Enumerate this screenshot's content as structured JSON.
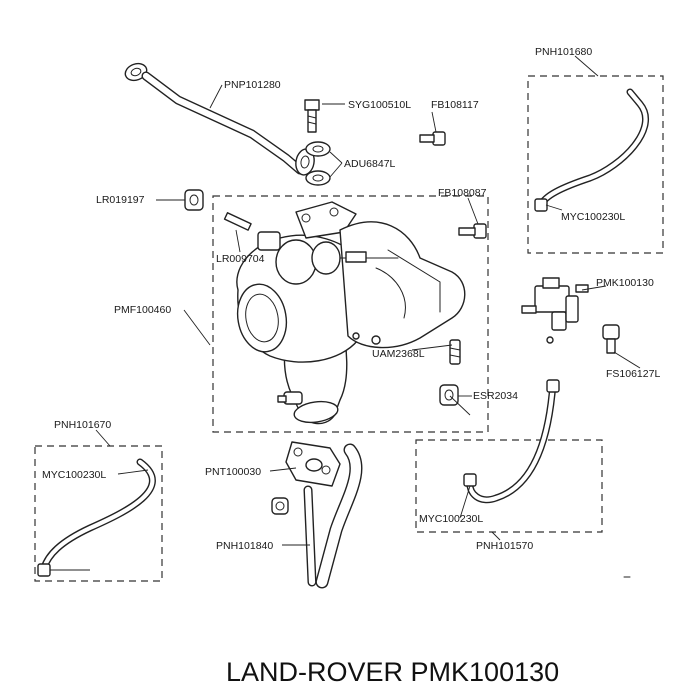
{
  "parts": {
    "pnp101280": "PNP101280",
    "syg100510l": "SYG100510L",
    "fb108117": "FB108117",
    "adu6847l": "ADU6847L",
    "lr019197": "LR019197",
    "fb108087": "FB108087",
    "lr009704": "LR009704",
    "pmf100460": "PMF100460",
    "uam2368l": "UAM2368L",
    "esr2034": "ESR2034",
    "pnh101680": "PNH101680",
    "myc100230l_top": "MYC100230L",
    "pmk100130": "PMK100130",
    "fs106127l": "FS106127L",
    "pnh101670": "PNH101670",
    "myc100230l_left": "MYC100230L",
    "pnt100030": "PNT100030",
    "pnh101840": "PNH101840",
    "myc100230l_bottom": "MYC100230L",
    "pnh101570": "PNH101570"
  },
  "caption": "LAND-ROVER PMK100130"
}
